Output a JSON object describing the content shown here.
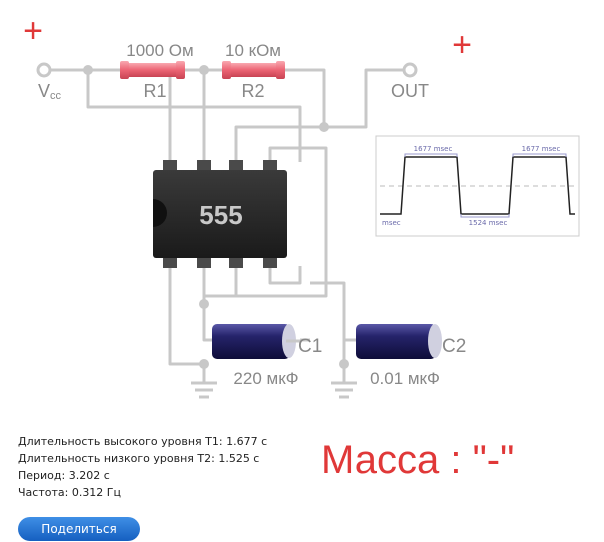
{
  "circuit": {
    "plus_symbol": "+",
    "vcc_label": "V",
    "vcc_subscript": "cc",
    "out_label": "OUT",
    "r1_value": "1000 Ом",
    "r1_label": "R1",
    "r2_value": "10 кОм",
    "r2_label": "R2",
    "chip_label": "555",
    "c1_label": "C1",
    "c1_value": "220 мкФ",
    "c2_label": "C2",
    "c2_value": "0.01 мкФ"
  },
  "scope": {
    "t_high_top_left": "1677 msec",
    "t_high_top_right": "1677 msec",
    "t_low_bottom": "1524 msec",
    "unit_left": "msec"
  },
  "info": {
    "t1_line": "Длительность высокого уровня T1: 1.677 с",
    "t2_line": "Длительность низкого уровня T2: 1.525 с",
    "period_line": "Период: 3.202 с",
    "freq_line": "Частота: 0.312 Гц"
  },
  "ground_note": "Масса : \"-\"",
  "share_label": "Поделиться",
  "colors": {
    "wire": "#c8c8c8",
    "resistor": "#ee6c78",
    "chip": "#2a2a2a",
    "capacitor": "#1c1a55",
    "accent_red": "#e03838",
    "button": "#2a7ad8"
  }
}
